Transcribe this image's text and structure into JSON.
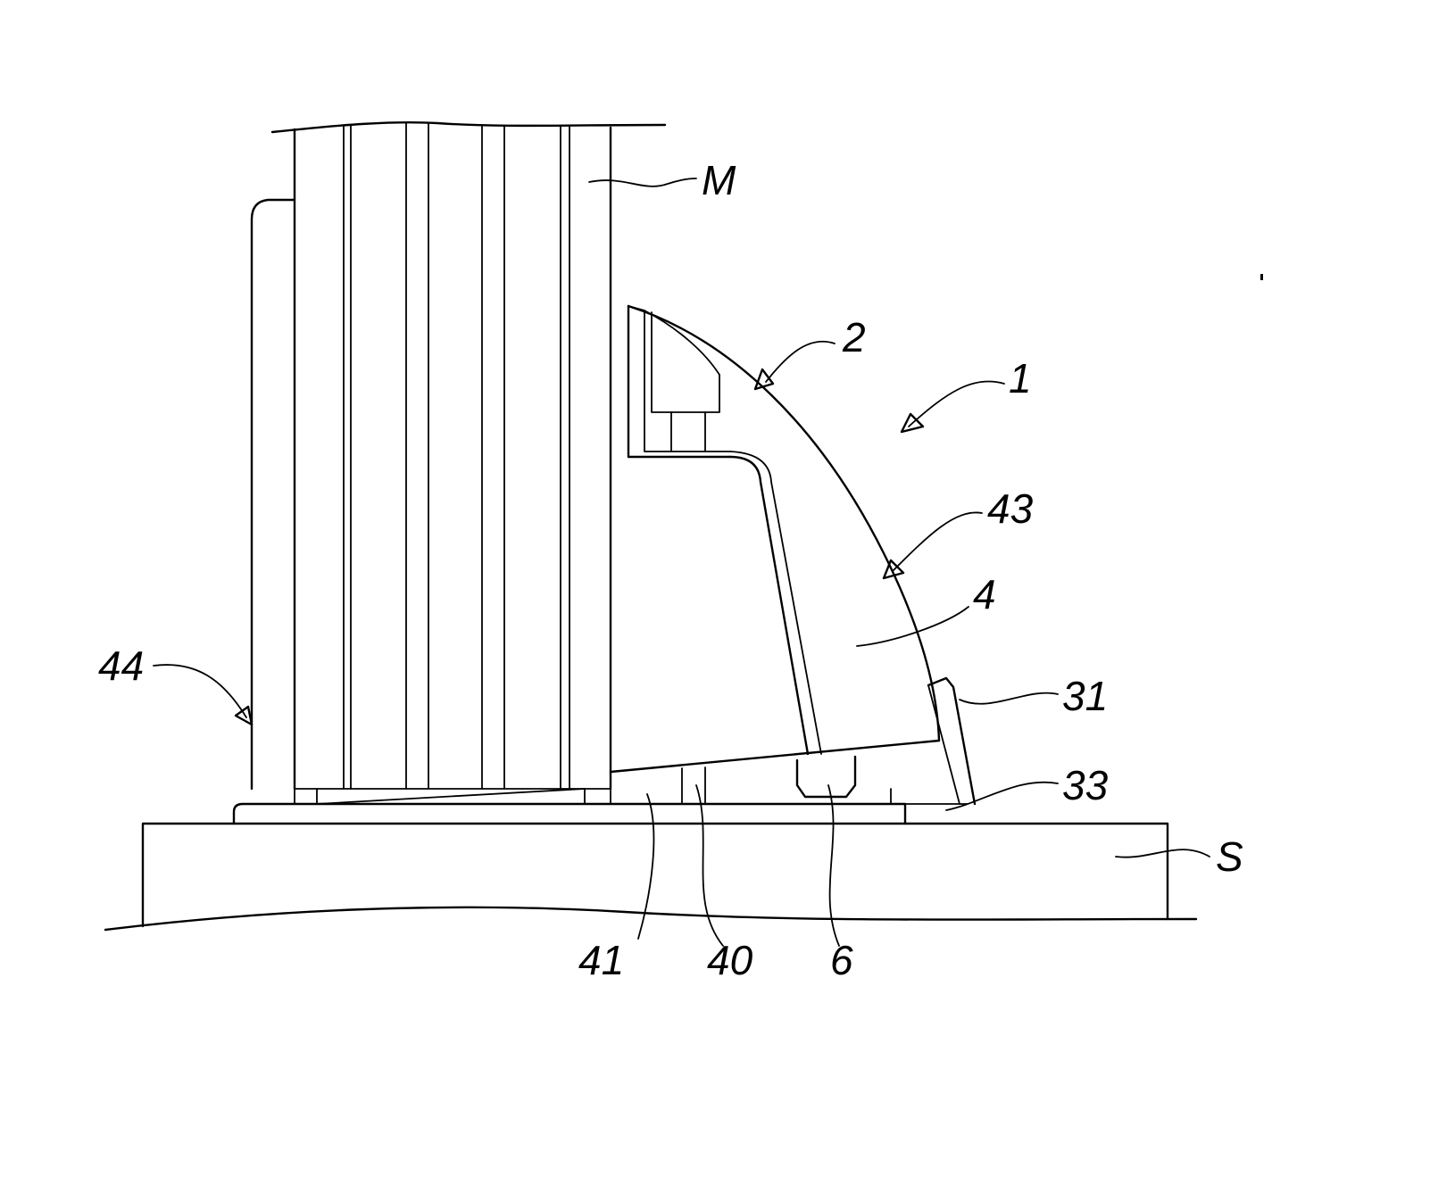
{
  "figure": {
    "labels": {
      "M": "M",
      "ref_2": "2",
      "ref_1": "1",
      "ref_43": "43",
      "ref_4": "4",
      "ref_44": "44",
      "ref_31": "31",
      "ref_33": "33",
      "ref_S": "S",
      "ref_41": "41",
      "ref_40": "40",
      "ref_6": "6"
    }
  }
}
